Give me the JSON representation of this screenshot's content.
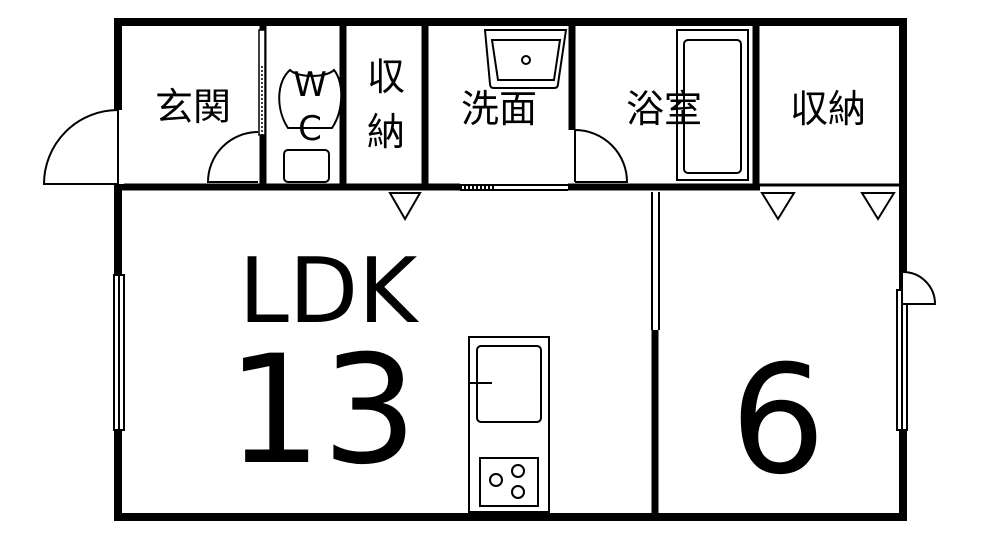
{
  "rooms": {
    "entrance": "玄関",
    "wc_top": "W",
    "wc_bottom": "C",
    "storage_top": "収",
    "storage_bottom": "納",
    "washroom": "洗面",
    "bath": "浴室",
    "storage2": "収納",
    "ldk_name": "LDK",
    "ldk_size": "13",
    "room_size": "6"
  },
  "colors": {
    "line": "#000000",
    "background": "#ffffff"
  }
}
